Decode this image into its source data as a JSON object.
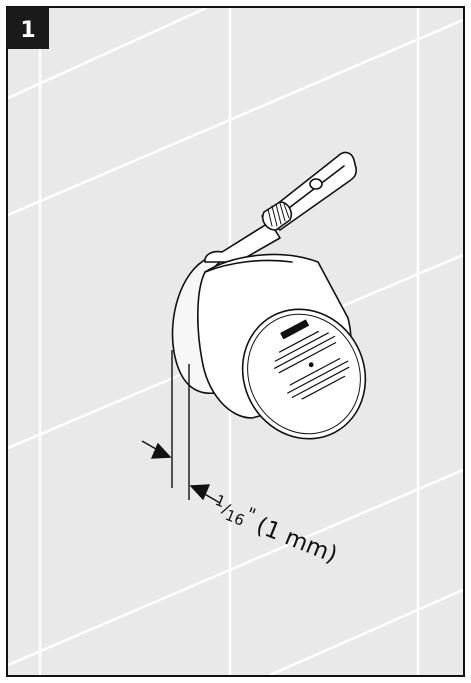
{
  "step": {
    "number": "1"
  },
  "dimension": {
    "numerator": "1",
    "denominator": "16",
    "inch_mark": "\"",
    "metric": "(1 mm)"
  },
  "colors": {
    "background": "#e9e9e9",
    "grout": "#ffffff",
    "ink": "#111111",
    "badge": "#1a1a1a"
  }
}
